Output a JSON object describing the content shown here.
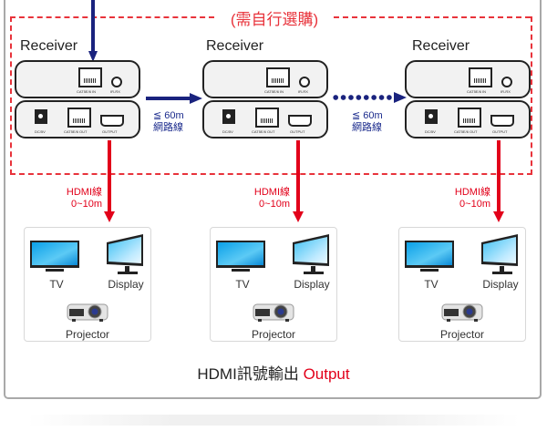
{
  "optional_label": "(需自行選購)",
  "receivers": [
    {
      "title": "Receiver",
      "ports": {
        "cat_in": "CAT5E/6 IN",
        "ir": "IR-RX",
        "dc": "DC/5V",
        "cat_out": "CAT5E/6 OUT",
        "output": "OUTPUT"
      }
    },
    {
      "title": "Receiver",
      "ports": {
        "cat_in": "CAT5E/6 IN",
        "ir": "IR-RX",
        "dc": "DC/5V",
        "cat_out": "CAT5E/6 OUT",
        "output": "OUTPUT"
      }
    },
    {
      "title": "Receiver",
      "ports": {
        "cat_in": "CAT5E/6 IN",
        "ir": "IR-RX",
        "dc": "DC/5V",
        "cat_out": "CAT5E/6 OUT",
        "output": "OUTPUT"
      }
    }
  ],
  "links": [
    {
      "line1": "≦ 60m",
      "line2": "網路線",
      "style": "solid"
    },
    {
      "line1": "≦ 60m",
      "line2": "網路線",
      "style": "dotted"
    }
  ],
  "hdmi_cables": [
    {
      "line1": "HDMI線",
      "line2": "0~10m"
    },
    {
      "line1": "HDMI線",
      "line2": "0~10m"
    },
    {
      "line1": "HDMI線",
      "line2": "0~10m"
    }
  ],
  "device_groups": [
    {
      "tv": "TV",
      "display": "Display",
      "projector": "Projector"
    },
    {
      "tv": "TV",
      "display": "Display",
      "projector": "Projector"
    },
    {
      "tv": "TV",
      "display": "Display",
      "projector": "Projector"
    }
  ],
  "footer": {
    "text": "HDMI訊號輸出",
    "highlight": "Output"
  },
  "colors": {
    "red": "#e2001a",
    "dashed_red": "#e8333b",
    "navy": "#1a237e"
  }
}
